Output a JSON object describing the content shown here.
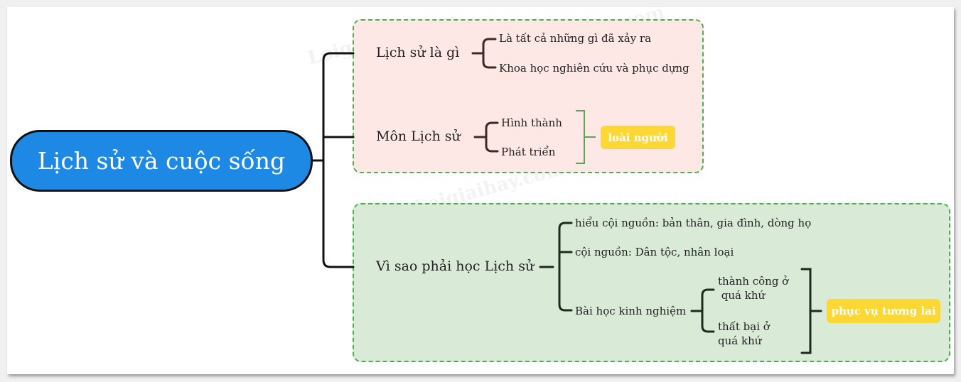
{
  "root": "Lịch sử và cuộc sống",
  "watermark": "Loigiaihay.com",
  "branches": [
    {
      "label": "Lịch sử là gì",
      "children": [
        "Là tất cả những gì đã xảy ra",
        "Khoa học nghiên cứu và phục dựng"
      ]
    },
    {
      "label": "Môn Lịch sử",
      "children": [
        "Hình thành",
        "Phát triển"
      ],
      "summary": "loài người"
    },
    {
      "label": "Vì sao phải học Lịch sử",
      "children": [
        "hiểu cội nguồn: bản thân, gia đình, dòng họ",
        "cội nguồn: Dân tộc, nhân loại",
        "Bài học kinh nghiệm"
      ],
      "sub": {
        "children": [
          "thành công ở\n quá khứ",
          "thất bại ở\nquá khứ"
        ],
        "summary": "phục vụ tương lai"
      }
    }
  ],
  "colors": {
    "root": "#1e88e5",
    "badge": "#fdd835",
    "pink_box": "#fde8e6",
    "green_box": "#d9ead7",
    "border": "#4caf50"
  }
}
